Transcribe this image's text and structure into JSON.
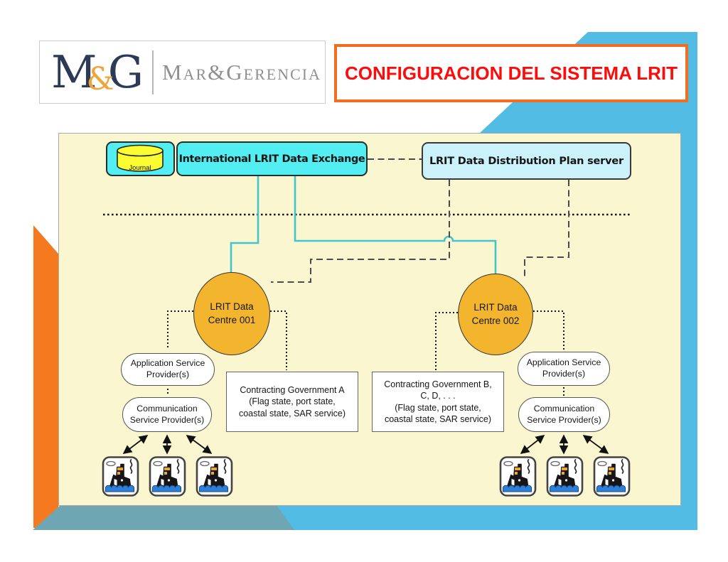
{
  "logo": {
    "monogram": {
      "m": "M",
      "amp": "&",
      "g": "G"
    },
    "wordmark": "Mar&Gerencia"
  },
  "title": {
    "text": "CONFIGURACION DEL SISTEMA LRIT"
  },
  "diagram": {
    "journal": {
      "label": "Journal"
    },
    "exchange": {
      "label": "International LRIT Data Exchange"
    },
    "ddp_server": {
      "label": "LRIT Data Distribution Plan server"
    },
    "data_centre_1": {
      "line1": "LRIT Data",
      "line2": "Centre 001"
    },
    "data_centre_2": {
      "line1": "LRIT Data",
      "line2": "Centre 002"
    },
    "asp_left": {
      "line1": "Application Service",
      "line2": "Provider(s)"
    },
    "csp_left": {
      "line1": "Communication",
      "line2": "Service Provider(s)"
    },
    "asp_right": {
      "line1": "Application Service",
      "line2": "Provider(s)"
    },
    "csp_right": {
      "line1": "Communication",
      "line2": "Service Provider(s)"
    },
    "gov_a": {
      "line1": "Contracting Government A",
      "line2": "(Flag state, port state,",
      "line3": "coastal state, SAR service)"
    },
    "gov_b": {
      "line1": "Contracting Government B,",
      "line2": "C, D, . . .",
      "line3": "(Flag state, port state,",
      "line4": "coastal state, SAR service)"
    },
    "ships": {
      "left_count": 3,
      "right_count": 3,
      "icon": "ship-icon"
    }
  },
  "colors": {
    "panel_bg": "#FAF6D0",
    "cyan_box": "#52EEF2",
    "ddp_box": "#CBF2FB",
    "circle_fill": "#F3B52E",
    "cylinder_fill": "#FCFC33",
    "cyan_line": "#45C4CC",
    "title_text": "#FB0D0C",
    "title_border": "#F26E1F",
    "decor_blue": "#53BCE5",
    "decor_teal": "#6FA6B4",
    "decor_orange": "#F4791F",
    "logo_navy": "#2C3A56",
    "logo_amp_orange": "#EFA43B",
    "logo_gray": "#8F8F8F",
    "ship_black": "#161616",
    "ship_window_orange": "#EBA53C",
    "wave_blue": "#2E7FD8"
  }
}
